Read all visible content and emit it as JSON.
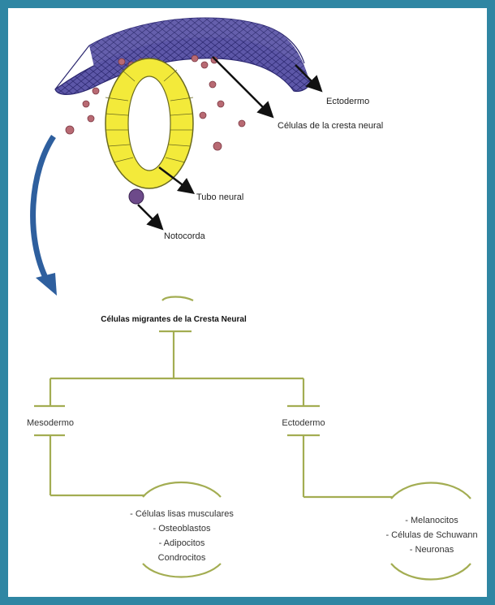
{
  "colors": {
    "frame": "#2f86a3",
    "ectoderm": "#5d57a8",
    "neural_tube": "#f3ea3a",
    "neural_crest_cells": "#b86a73",
    "notochord": "#6d4a8a",
    "branch_lines": "#a3ad52",
    "migration_arrow": "#2e5f9e"
  },
  "top_labels": {
    "ectodermo": "Ectodermo",
    "celulas_cresta": "Células de la cresta neural",
    "tubo_neural": "Tubo neural",
    "notocorda": "Notocorda"
  },
  "tree": {
    "root": "Células migrantes de la Cresta Neural",
    "left": {
      "label": "Mesodermo",
      "items": [
        "- Células lisas musculares",
        "- Osteoblastos",
        "- Adipocitos",
        "Condrocitos"
      ]
    },
    "right": {
      "label": "Ectodermo",
      "items": [
        "- Melanocitos",
        "- Células de Schuwann",
        "- Neuronas"
      ]
    }
  }
}
